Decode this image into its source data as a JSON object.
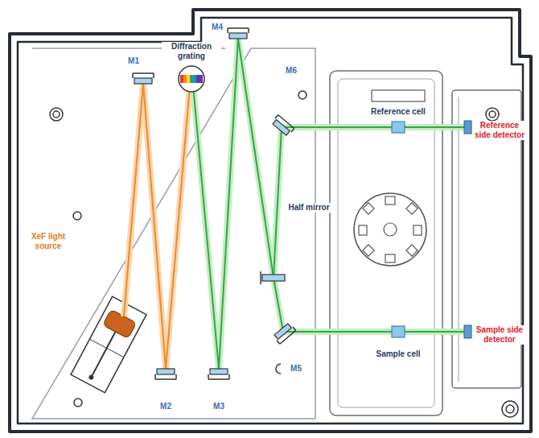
{
  "diagram": {
    "labels": [
      "M4",
      "M1",
      "Diffraction grating",
      "M6",
      "Reference cell",
      "Reference side detector",
      "Half mirror",
      "XeF light source",
      "Sample side detector",
      "M5",
      "Sample cell",
      "M2",
      "M3"
    ]
  }
}
